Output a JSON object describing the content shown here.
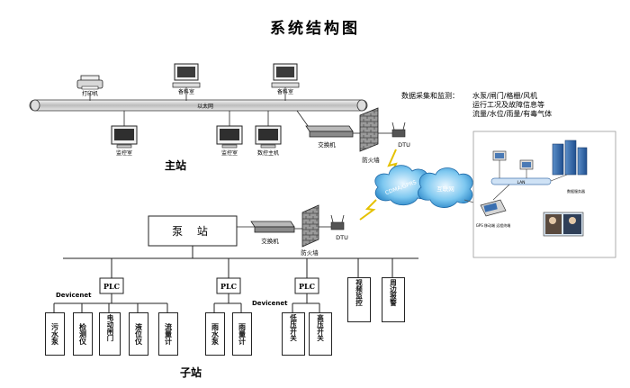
{
  "title": "系统结构图",
  "ethernet_label": "以太网",
  "main_station": {
    "label": "主站",
    "printer": "打印机",
    "standby_rooms": [
      "备料室",
      "备料室"
    ],
    "monitor_rooms": [
      "监控室",
      "监控室",
      "数控主机"
    ],
    "switch": "交换机",
    "firewall": "防火墙",
    "dtu": "DTU"
  },
  "data_collection": {
    "heading": "数据采集和监测：",
    "line1": "水泵/闸门/格栅/风机",
    "line2": "运行工况及故障信息等",
    "line3": "流量/水位/雨量/有毒气体"
  },
  "cloud_labels": [
    "CDMA/GPRS",
    "互联网"
  ],
  "pump_station": {
    "label": "泵 站",
    "switch": "交换机",
    "firewall": "防火墙",
    "dtu": "DTU"
  },
  "plc_label": "PLC",
  "devicenet_label": "Devicenet",
  "plc1_devices": [
    "污水泵",
    "检测仪",
    "电动闸门",
    "液位仪",
    "流量计"
  ],
  "plc2_devices": [
    "雨水泵",
    "雨量计"
  ],
  "plc3_devices": [
    "低压开关",
    "高压开关"
  ],
  "extra_devices": [
    "视频监控",
    "周边报警"
  ],
  "sub_station": {
    "label": "子站"
  },
  "remote_panel": {
    "bus_label": "LAN",
    "caption_left": "GPS 移动端\n远程终端",
    "caption_right": "数据服务器"
  }
}
